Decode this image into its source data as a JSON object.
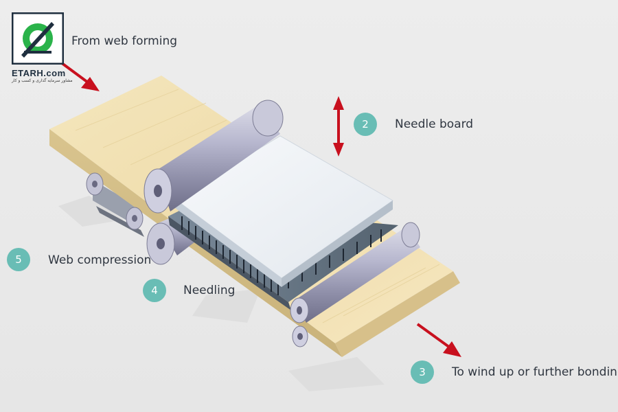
{
  "brand": {
    "name": "ETARH.com",
    "tagline": "مشاور سرمایه گذاری و کسب و کار"
  },
  "labels": {
    "from_web_forming": "From web forming",
    "needle_board": "Needle board",
    "web_compression": "Web compression",
    "needling": "Needling",
    "to_wind_up": "To wind up or further bonding"
  },
  "steps": {
    "needle_board": "2",
    "wind_up": "3",
    "needling": "4",
    "web_compression": "5"
  },
  "colors": {
    "arrow": "#c8101e",
    "badge": "#69bdb5",
    "web": "#f1e0b0",
    "roller": "#a9a9c2",
    "board": "#f4f6f8",
    "logo_green": "#2ab34a",
    "logo_navy": "#1f2f3f"
  }
}
